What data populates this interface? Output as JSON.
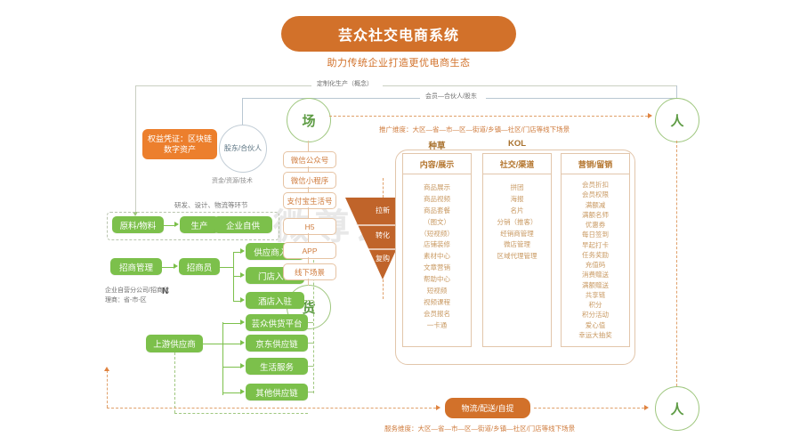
{
  "header": {
    "title": "芸众社交电商系统",
    "subtitle": "助力传统企业打造更优电商生态",
    "accent_color": "#d2712a"
  },
  "watermark": "微尊云用商城",
  "top_connectors": {
    "custom_production": "定制化生产（概念）",
    "member_partner": "会员—合伙人/股东"
  },
  "nodes": {
    "chang": "场",
    "huo": "货",
    "ren_top": "人",
    "ren_bottom": "人",
    "shareholder": "股东/合伙人",
    "shareholder_note": "资金/资源/技术",
    "rights_token": "权益凭证：区块链数字资产"
  },
  "left": {
    "rd_note": "研发、设计、物流等环节",
    "chain": [
      "原料/物料",
      "生产",
      "企业自供"
    ],
    "invest_manage": "招商管理",
    "invest_agent": "招商员",
    "n_label": "N",
    "branch_note": "企业自营分公司/招商代理商：省-市-区",
    "upstream": "上游供应商",
    "entries": [
      "供应商入驻",
      "门店入驻",
      "酒店入驻"
    ],
    "supplies": [
      "芸众供货平台",
      "京东供应链",
      "生活服务",
      "其他供应链"
    ]
  },
  "channels": [
    "微信公众号",
    "微信小程序",
    "支付宝生活号",
    "H5",
    "APP",
    "线下场景"
  ],
  "funnel": {
    "stages": [
      "拉新",
      "转化",
      "复购"
    ],
    "color": "#c0642a"
  },
  "dimensions": {
    "promotion": "推广维度：大区—省—市—区—街道/乡镇—社区/门店等线下场景",
    "service": "服务维度：大区—省—市—区—街道/乡镇—社区/门店等线下场景"
  },
  "logistics_pill": "物流/配送/自提",
  "panel": {
    "columns": [
      {
        "title": "种草",
        "header": "内容/展示",
        "items": [
          "商品展示",
          "商品视频",
          "商品套餐",
          "（图文）",
          "（短视频）",
          "店铺装修",
          "素材中心",
          "文章营销",
          "帮助中心",
          "短视频",
          "视频课程",
          "会员报名",
          "一卡通"
        ]
      },
      {
        "title": "KOL",
        "header": "社交/渠道",
        "items": [
          "拼团",
          "海报",
          "名片",
          "分销（推客）",
          "经销商管理",
          "微店管理",
          "区域代理管理"
        ]
      },
      {
        "title": "",
        "header": "营销/留销",
        "items": [
          "会员折扣",
          "会员权限",
          "满额减",
          "满额名师",
          "优惠券",
          "每日签到",
          "早起打卡",
          "任务奖励",
          "充值码",
          "消费赠送",
          "满额赠送",
          "共享链",
          "积分",
          "积分活动",
          "爱心值",
          "幸运大抽奖"
        ]
      }
    ]
  }
}
